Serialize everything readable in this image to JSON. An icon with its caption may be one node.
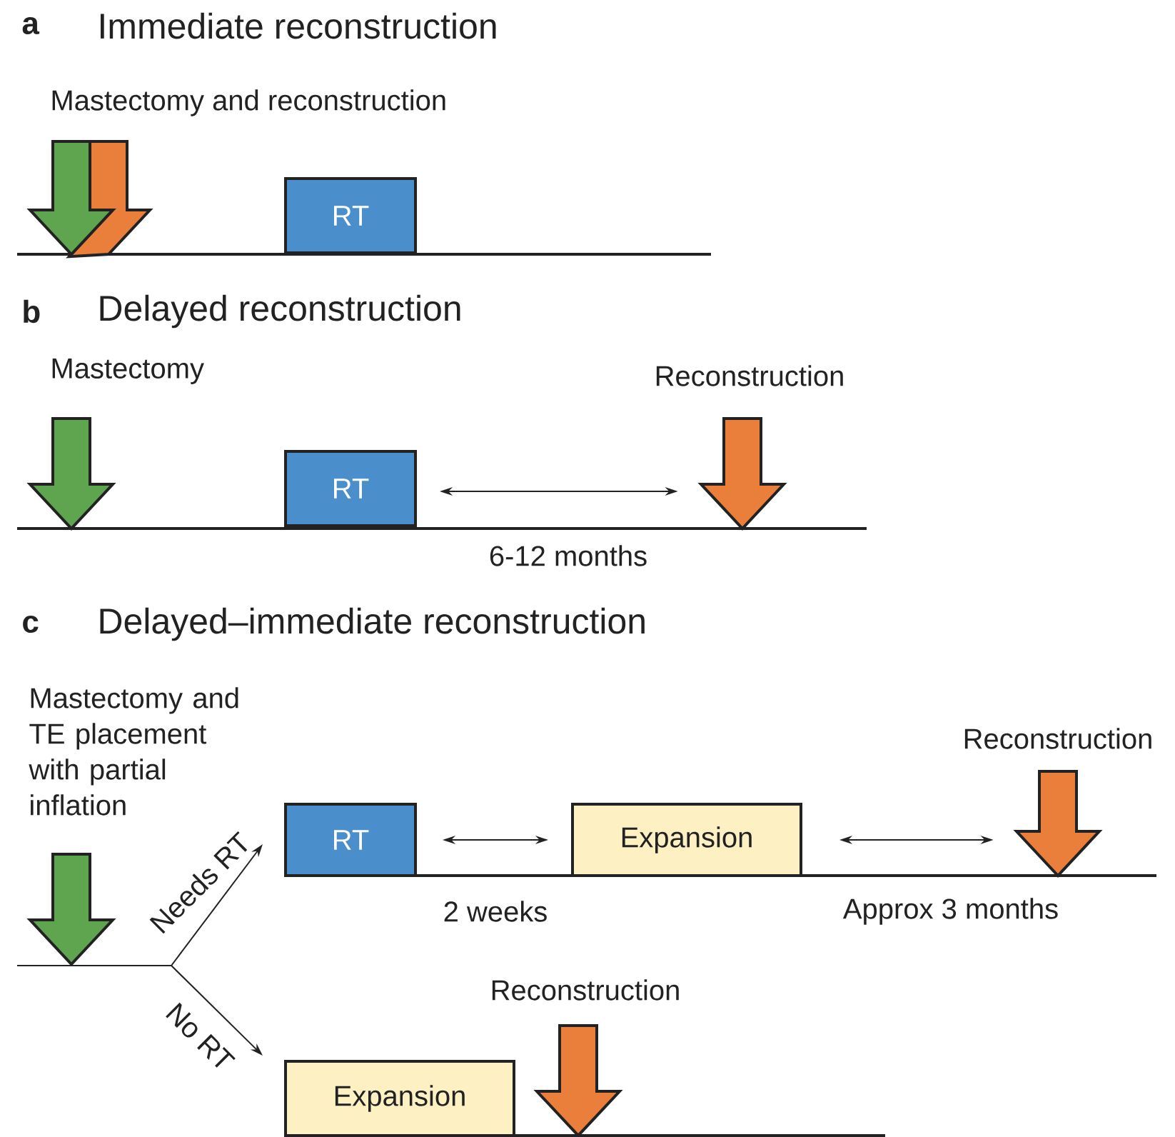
{
  "diagram": {
    "nodes": [
      {
        "text": [],
        "shape": "arrow"
      },
      {
        "text": [],
        "shape": "arrow"
      },
      {
        "text": [
          "RT"
        ]
      },
      {
        "text": [
          "Mastectomy"
        ]
      },
      {
        "text": [
          "RT"
        ]
      },
      {
        "text": [
          "Reconstruction"
        ]
      },
      {
        "text": [
          "Mastectomy and TE placement with partial inflation"
        ]
      },
      {
        "text": [
          "RT"
        ]
      },
      {
        "text": [
          "Expansion"
        ]
      },
      {
        "text": [
          "Reconstruction"
        ]
      },
      {
        "text": [
          "Expansion"
        ]
      },
      {
        "text": [
          "Reconstruction"
        ]
      }
    ],
    "edges": [
      {
        "from": 4,
        "to": 5,
        "arrow": "both",
        "label": "6-12 months"
      },
      {
        "from": null,
        "to": 7,
        "arrow": "to",
        "label": "Needs RT"
      },
      {
        "from": null,
        "to": 10,
        "arrow": "to",
        "label": "No RT"
      },
      {
        "from": 7,
        "to": 8,
        "arrow": "both",
        "label": "2 weeks"
      },
      {
        "from": 8,
        "to": 9,
        "arrow": "both",
        "label": "Approx 3 months"
      }
    ],
    "labels": [
      "a",
      "Immediate reconstruction",
      "Mastectomy and reconstruction",
      "b",
      "Delayed reconstruction",
      "c",
      "Delayed–immediate reconstruction"
    ]
  }
}
